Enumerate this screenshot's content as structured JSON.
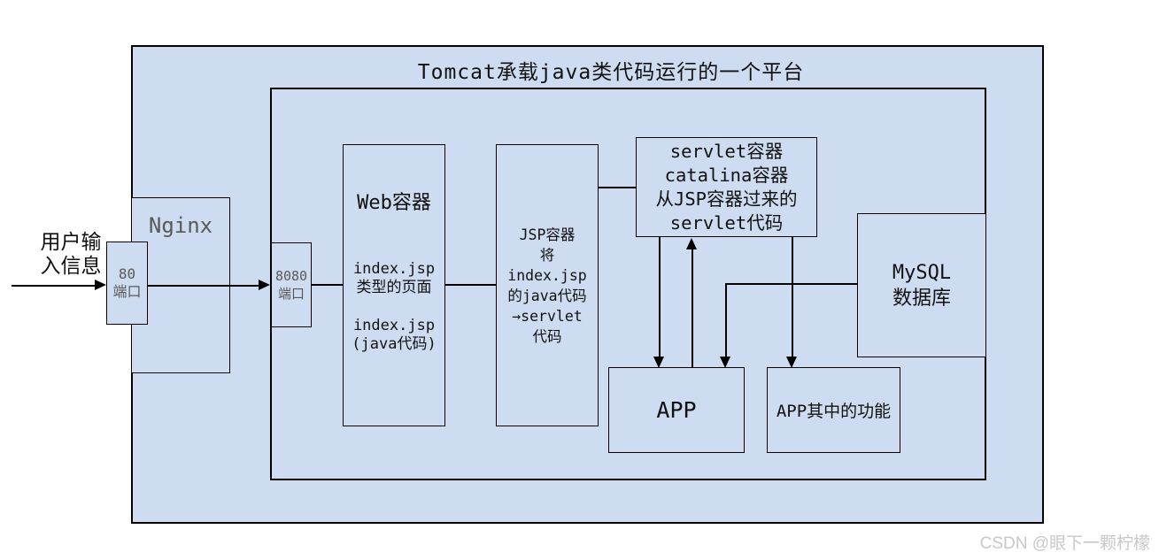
{
  "title": "Tomcat承载java类代码运行的一个平台",
  "watermark": "CSDN @眼下一颗柠檬",
  "colors": {
    "box_fill": "#cddcf0",
    "border": "#000000",
    "muted_text": "#595959",
    "text": "#111111",
    "watermark_text": "#c8c8c8"
  },
  "nodes": {
    "user_input": {
      "label": "用户输\n入信息"
    },
    "nginx": {
      "label": "Nginx"
    },
    "port_80": {
      "label": "80\n端口"
    },
    "port_8080": {
      "label": "8080\n端口"
    },
    "web_container": {
      "title": "Web容器",
      "text1": "index.jsp\n类型的页面",
      "text2": "index.jsp\n(java代码)"
    },
    "jsp_container": {
      "label": "JSP容器\n将\nindex.jsp\n的java代码\n→servlet\n代码"
    },
    "servlet_container": {
      "label": "servlet容器\ncatalina容器\n从JSP容器过来的\nservlet代码"
    },
    "mysql": {
      "label": "MySQL\n数据库"
    },
    "app": {
      "label": "APP"
    },
    "app_feature": {
      "label": "APP其中的功能"
    }
  }
}
